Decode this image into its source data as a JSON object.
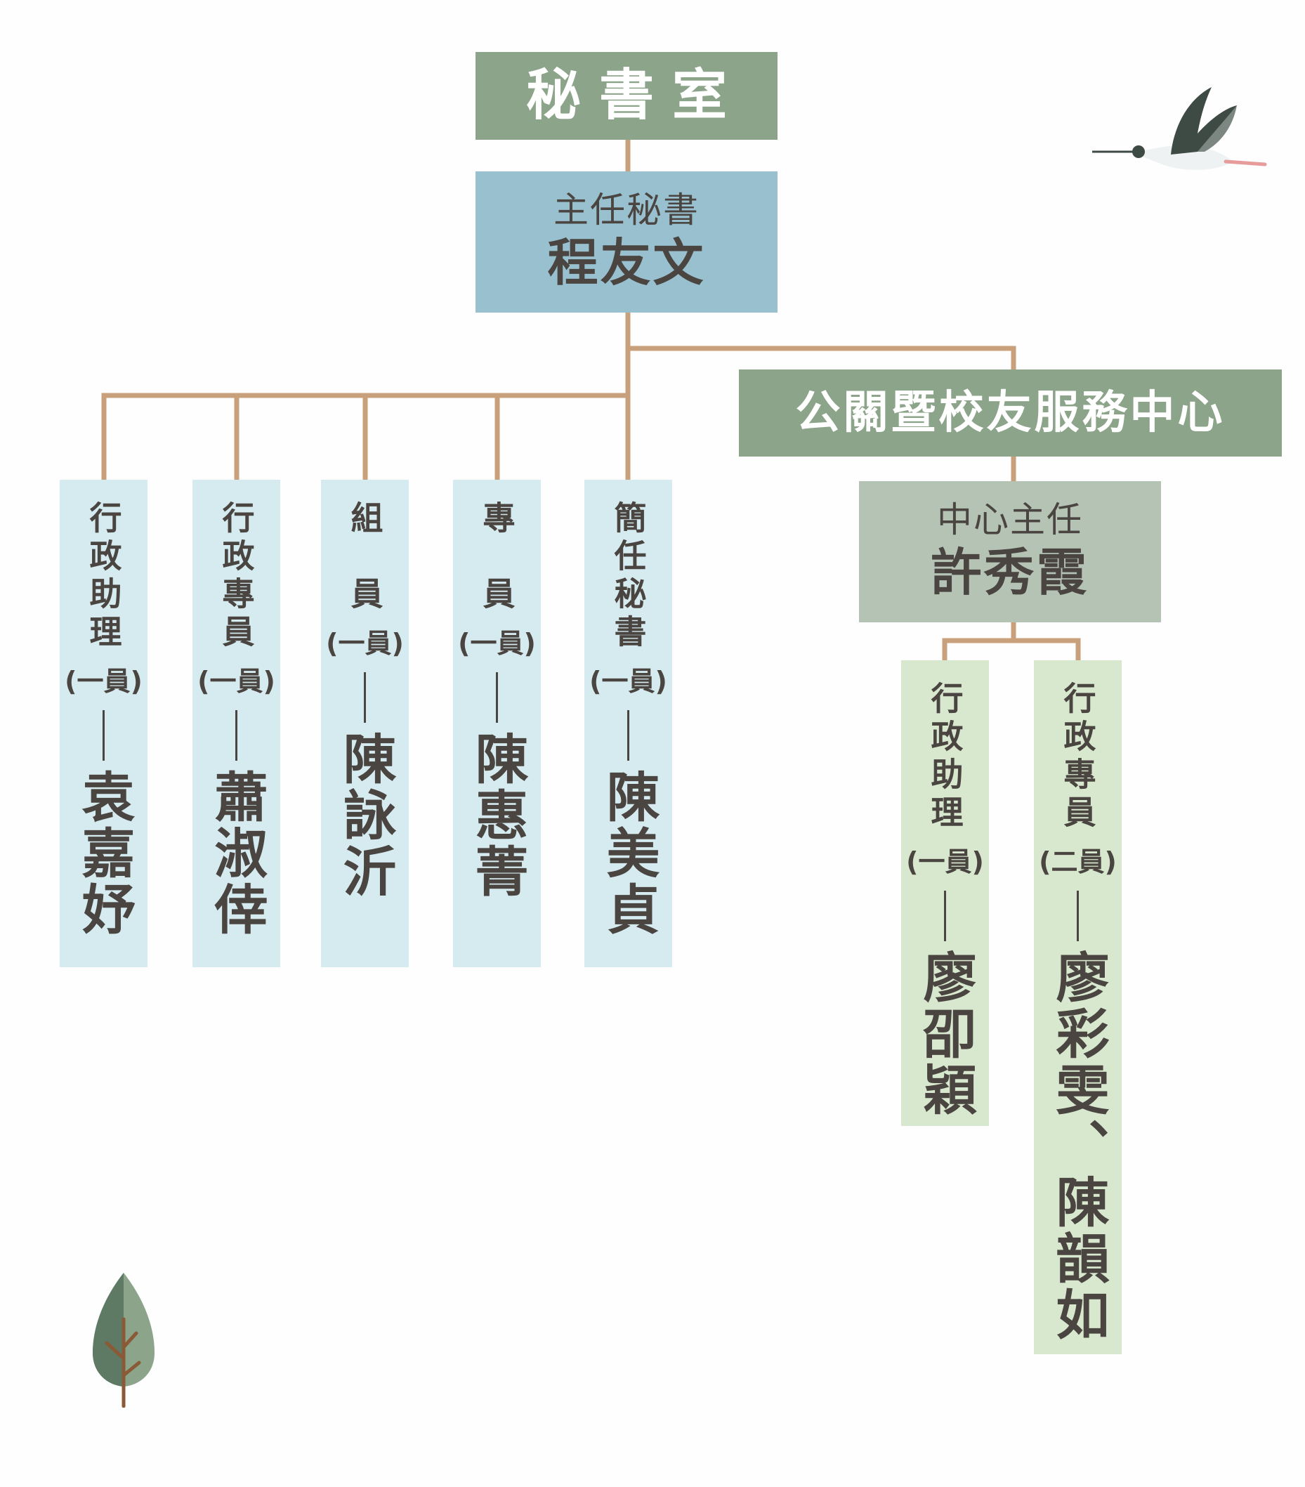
{
  "office": {
    "title": "秘書室"
  },
  "director": {
    "role": "主任秘書",
    "name": "程友文"
  },
  "staff": [
    {
      "title": "行政助理",
      "count": "(一員)",
      "names": "袁嘉妤"
    },
    {
      "title": "行政專員",
      "count": "(一員)",
      "names": "蕭淑倖"
    },
    {
      "title": "組　員",
      "count": "(一員)",
      "names": "陳詠沂"
    },
    {
      "title": "專　員",
      "count": "(一員)",
      "names": "陳惠菁"
    },
    {
      "title": "簡任秘書",
      "count": "(一員)",
      "names": "陳美貞"
    }
  ],
  "center": {
    "title": "公關暨校友服務中心",
    "head": {
      "role": "中心主任",
      "name": "許秀霞"
    },
    "staff": [
      {
        "title": "行政助理",
        "count": "(一員)",
        "names": "廖卲穎"
      },
      {
        "title": "行政專員",
        "count": "(二員)",
        "names": "廖彩雯、陳韻如"
      }
    ]
  },
  "colors": {
    "connector": "#c9a07c",
    "main_green": "#8ca48a",
    "director_blue": "#98c0cf",
    "center_head_grey": "#b5c3b5",
    "staff_blue": "#d6ebf0",
    "staff_green": "#d8e8cf"
  },
  "icons": [
    "stilt-bird-icon",
    "leaf-tree-icon"
  ]
}
